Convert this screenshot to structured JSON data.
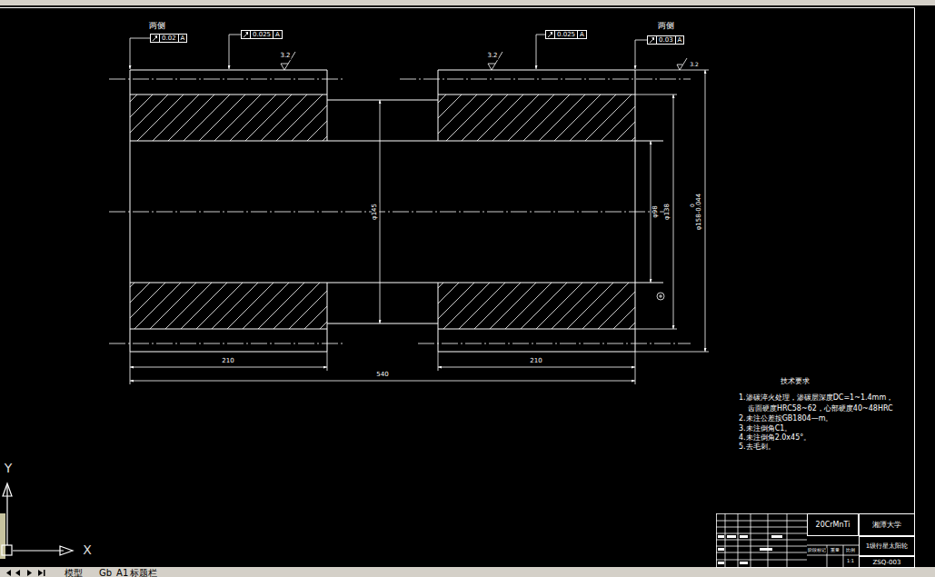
{
  "diagram": {
    "nodes": [
      {
        "text": [
          "0.02",
          "A"
        ]
      },
      {
        "text": [
          "0.025",
          "A"
        ]
      },
      {
        "text": [
          "0.025",
          "A"
        ]
      },
      {
        "text": [
          "0.03",
          "A"
        ]
      },
      {
        "text": [
          "20CrMnTi"
        ]
      },
      {
        "text": [
          "湘潭大学"
        ]
      },
      {
        "text": [
          "1级行星太阳轮"
        ]
      },
      {
        "text": [
          "ZSQ-003"
        ]
      }
    ],
    "labels": [
      "两侧",
      "两侧",
      "3.2",
      "3.2",
      "3.2",
      "φ145",
      "φ98",
      "φ138",
      "0",
      "φ158-0.044",
      "210",
      "210",
      "540",
      "技术要求",
      "1.渗碳淬火处理，渗碳层深度DC=1~1.4mm，",
      "齿面硬度HRC58~62，心部硬度40~48HRC",
      "2.未注公差按GB1804—m。",
      "3.未注倒角C1。",
      "4.未注倒角2.0x45°。",
      "5.去毛刺。",
      "阶段标记",
      "重量",
      "比例",
      "1:1",
      "Y",
      "X",
      "模型",
      "Gb_A1",
      "标题栏"
    ]
  }
}
